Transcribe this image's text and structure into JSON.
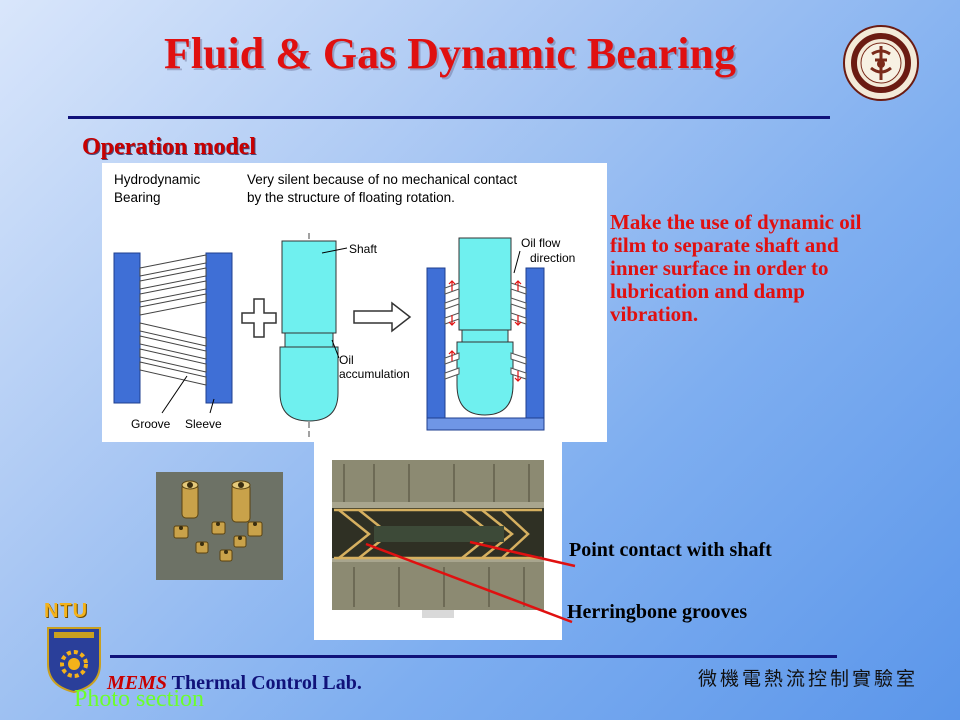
{
  "slide": {
    "title": "Fluid & Gas Dynamic Bearing",
    "subtitle": "Operation model",
    "description": "Make the use of dynamic oil film to separate shaft and inner surface in  order to lubrication and damp vibration.",
    "description_lines": [
      "Make the use of dynamic oil",
      "film to separate shaft and",
      "inner surface in  order to",
      "lubrication and damp",
      "vibration."
    ]
  },
  "diagram": {
    "heading_left": [
      "Hydrodynamic",
      "Bearing"
    ],
    "heading_right": [
      "Very silent because of no mechanical contact",
      "by the structure of floating rotation."
    ],
    "label_shaft": "Shaft",
    "label_oil_flow": [
      "Oil flow",
      "direction"
    ],
    "label_oil_accum": [
      "Oil",
      "accumulation"
    ],
    "label_groove": "Groove",
    "label_sleeve": "Sleeve"
  },
  "annotations": {
    "point_contact": "Point contact with shaft",
    "herringbone": "Herringbone grooves"
  },
  "footer": {
    "ntu": "NTU",
    "lab_italic": "MEMS",
    "lab_rest": " Thermal Control Lab.",
    "lab_chinese": "微機電熱流控制實驗室",
    "photo_section": "Photo section"
  },
  "colors": {
    "title": "#e01010",
    "rule": "#10127a",
    "bearing_blue": "#3f6fd6",
    "shaft_cyan": "#6ff0ef"
  }
}
